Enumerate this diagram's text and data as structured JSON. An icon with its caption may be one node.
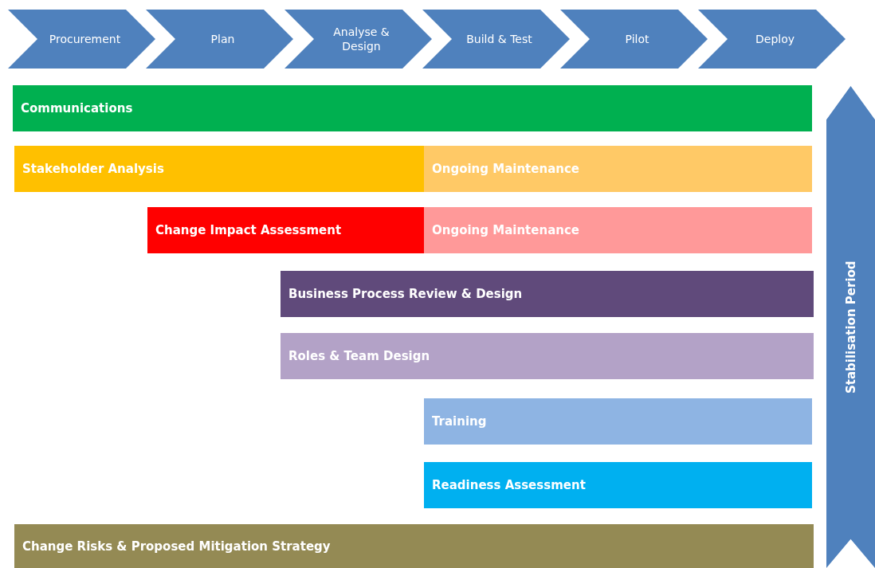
{
  "diagram": {
    "nodes": [
      {
        "text": [
          "Procurement"
        ]
      },
      {
        "text": [
          "Plan"
        ]
      },
      {
        "text": [
          "Analyse & Design"
        ]
      },
      {
        "text": [
          "Build & Test"
        ]
      },
      {
        "text": [
          "Pilot"
        ]
      },
      {
        "text": [
          "Deploy"
        ]
      },
      {
        "text": [
          "Communications"
        ]
      },
      {
        "text": [
          "Stakeholder Analysis"
        ]
      },
      {
        "text": [
          "Ongoing Maintenance"
        ]
      },
      {
        "text": [
          "Change Impact Assessment"
        ]
      },
      {
        "text": [
          "Ongoing Maintenance"
        ]
      },
      {
        "text": [
          "Business Process Review & Design"
        ]
      },
      {
        "text": [
          "Roles & Team Design"
        ]
      },
      {
        "text": [
          "Training"
        ]
      },
      {
        "text": [
          "Readiness Assessment"
        ]
      },
      {
        "text": [
          "Change Risks & Proposed  Mitigation Strategy"
        ]
      },
      {
        "text": [
          "Stabilisation Period"
        ]
      }
    ],
    "edges": []
  }
}
